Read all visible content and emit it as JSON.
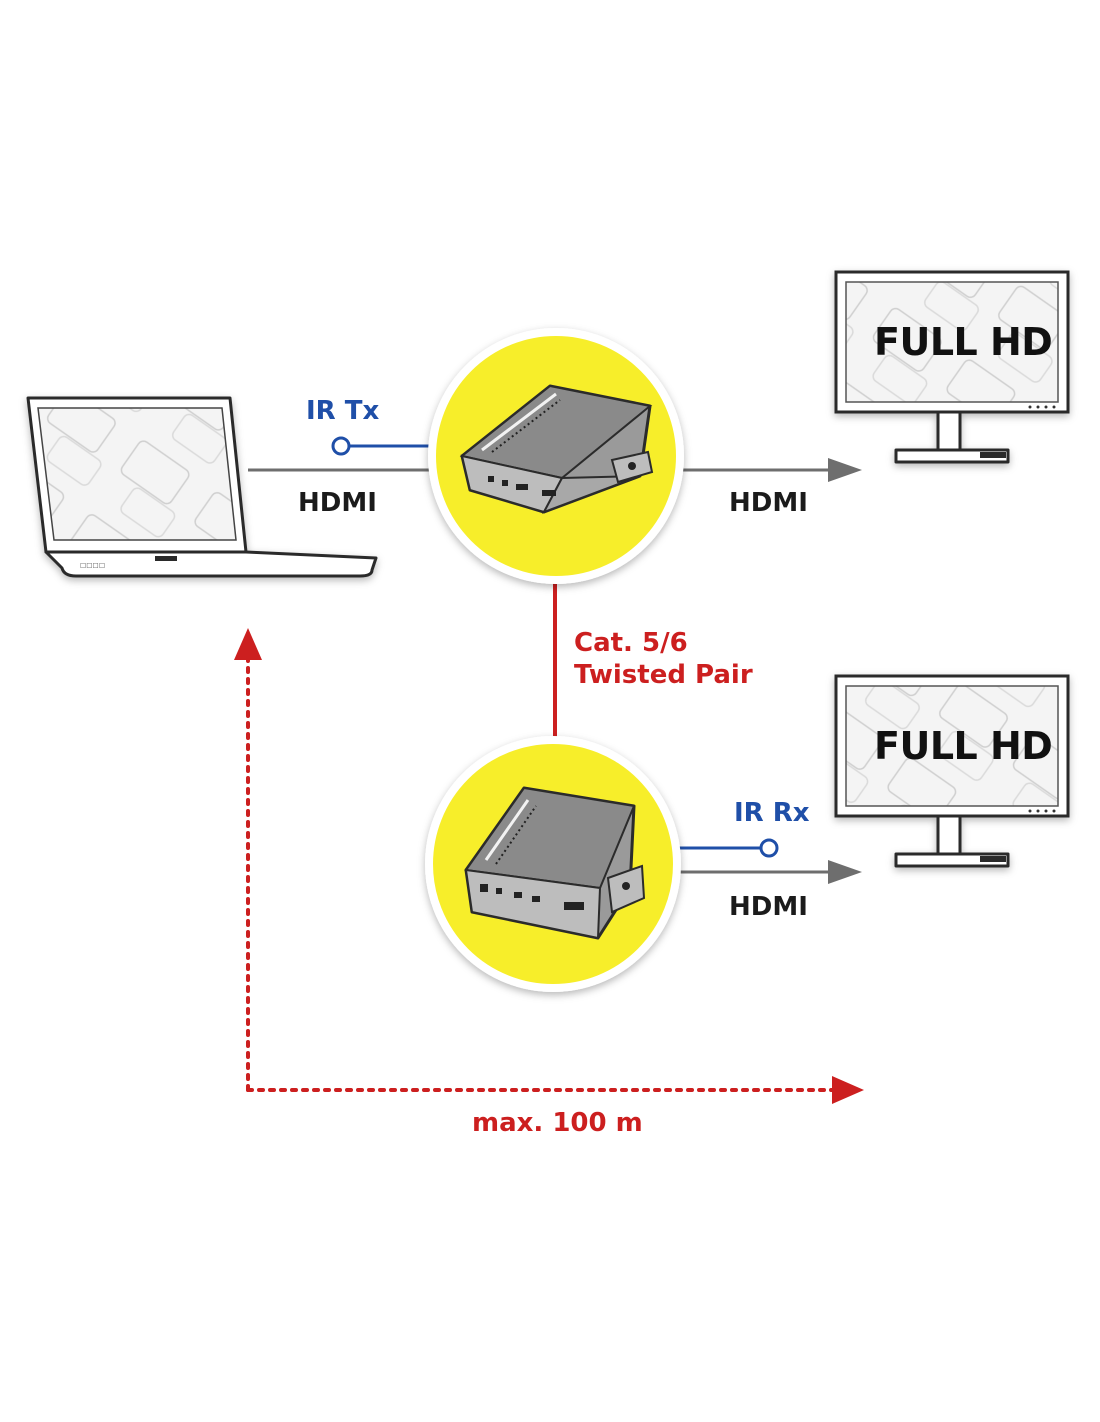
{
  "labels": {
    "ir_tx": "IR Tx",
    "hdmi_laptop": "HDMI",
    "hdmi_tx_out": "HDMI",
    "cat_line1": "Cat. 5/6",
    "cat_line2": "Twisted Pair",
    "ir_rx": "IR Rx",
    "hdmi_rx_out": "HDMI",
    "distance": "max. 100 m"
  },
  "monitors": {
    "top_text": "FULL HD",
    "bottom_text": "FULL HD"
  },
  "colors": {
    "accent_yellow": "#f7ee2a",
    "hdmi_line": "#6e6e6e",
    "ir_blue": "#1f4fa8",
    "cable_red": "#cc1f1f"
  },
  "icons": [
    "laptop-icon",
    "extender-transmitter-icon",
    "extender-receiver-icon",
    "monitor-icon"
  ]
}
